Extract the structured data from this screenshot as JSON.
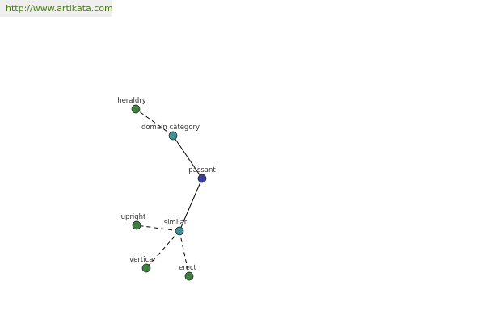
{
  "site_url": "http://www.artikata.com",
  "colors": {
    "center_node": "#3b3f9a",
    "category_node": "#3f8f96",
    "leaf_node": "#3e8040",
    "edge": "#000000"
  },
  "nodes": {
    "heraldry": "heraldry",
    "domain_category": "domain category",
    "passant": "passant",
    "similar": "similar",
    "upright": "upright",
    "vertical": "vertical",
    "erect": "erect"
  },
  "edges": [
    {
      "from": "passant",
      "to": "domain_category",
      "style": "solid"
    },
    {
      "from": "passant",
      "to": "similar",
      "style": "solid"
    },
    {
      "from": "domain_category",
      "to": "heraldry",
      "style": "dashed"
    },
    {
      "from": "similar",
      "to": "upright",
      "style": "dashed"
    },
    {
      "from": "similar",
      "to": "vertical",
      "style": "dashed"
    },
    {
      "from": "similar",
      "to": "erect",
      "style": "dashed"
    }
  ]
}
